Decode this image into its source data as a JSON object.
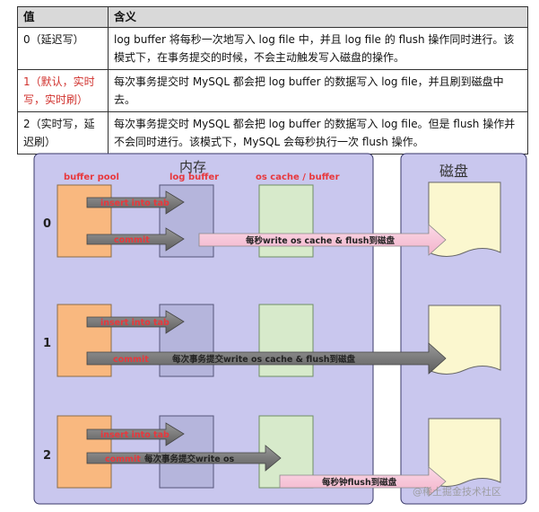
{
  "table": {
    "header": {
      "value": "值",
      "meaning": "含义"
    },
    "rows": [
      {
        "value": "0（延迟写）",
        "meaning": "log buffer 将每秒一次地写入 log file 中，并且 log file 的 flush 操作同时进行。该模式下，在事务提交的时候，不会主动触发写入磁盘的操作。",
        "highlight": false
      },
      {
        "value": "1（默认，实时写，实时刷）",
        "meaning": "每次事务提交时 MySQL 都会把 log buffer 的数据写入 log file，并且刷到磁盘中去。",
        "highlight": true
      },
      {
        "value": "2（实时写，延迟刷）",
        "meaning": "每次事务提交时 MySQL 都会把 log buffer 的数据写入 log file。但是 flush 操作并不会同时进行。该模式下，MySQL 会每秒执行一次 flush 操作。",
        "highlight": false
      }
    ]
  },
  "diagram": {
    "memory_title": "内存",
    "disk_title": "磁盘",
    "columns": {
      "buffer_pool": "buffer pool",
      "log_buffer": "log buffer",
      "os_cache": "os cache / buffer"
    },
    "rows": [
      {
        "label": "0",
        "insert": "insert into tab",
        "commit": "commit",
        "flush": "每秒write os cache & flush到磁盘"
      },
      {
        "label": "1",
        "insert": "insert into tab",
        "commit": "commit",
        "flush": "每次事务提交write os cache & flush到磁盘"
      },
      {
        "label": "2",
        "insert": "insert into tab",
        "commit": "commit",
        "write": "每次事务提交write os",
        "flush": "每秒钟flush到磁盘"
      }
    ],
    "watermark": "@稀土掘金技术社区"
  },
  "colors": {
    "memory_panel": "#c9c7ee",
    "buffer_pool": "#f9b87f",
    "log_buffer": "#b5b5dc",
    "os_cache": "#d7eacb",
    "disk_doc": "#fbf7cf",
    "red_label": "#e8383d",
    "pink_arrow": "#f7c6d9"
  }
}
